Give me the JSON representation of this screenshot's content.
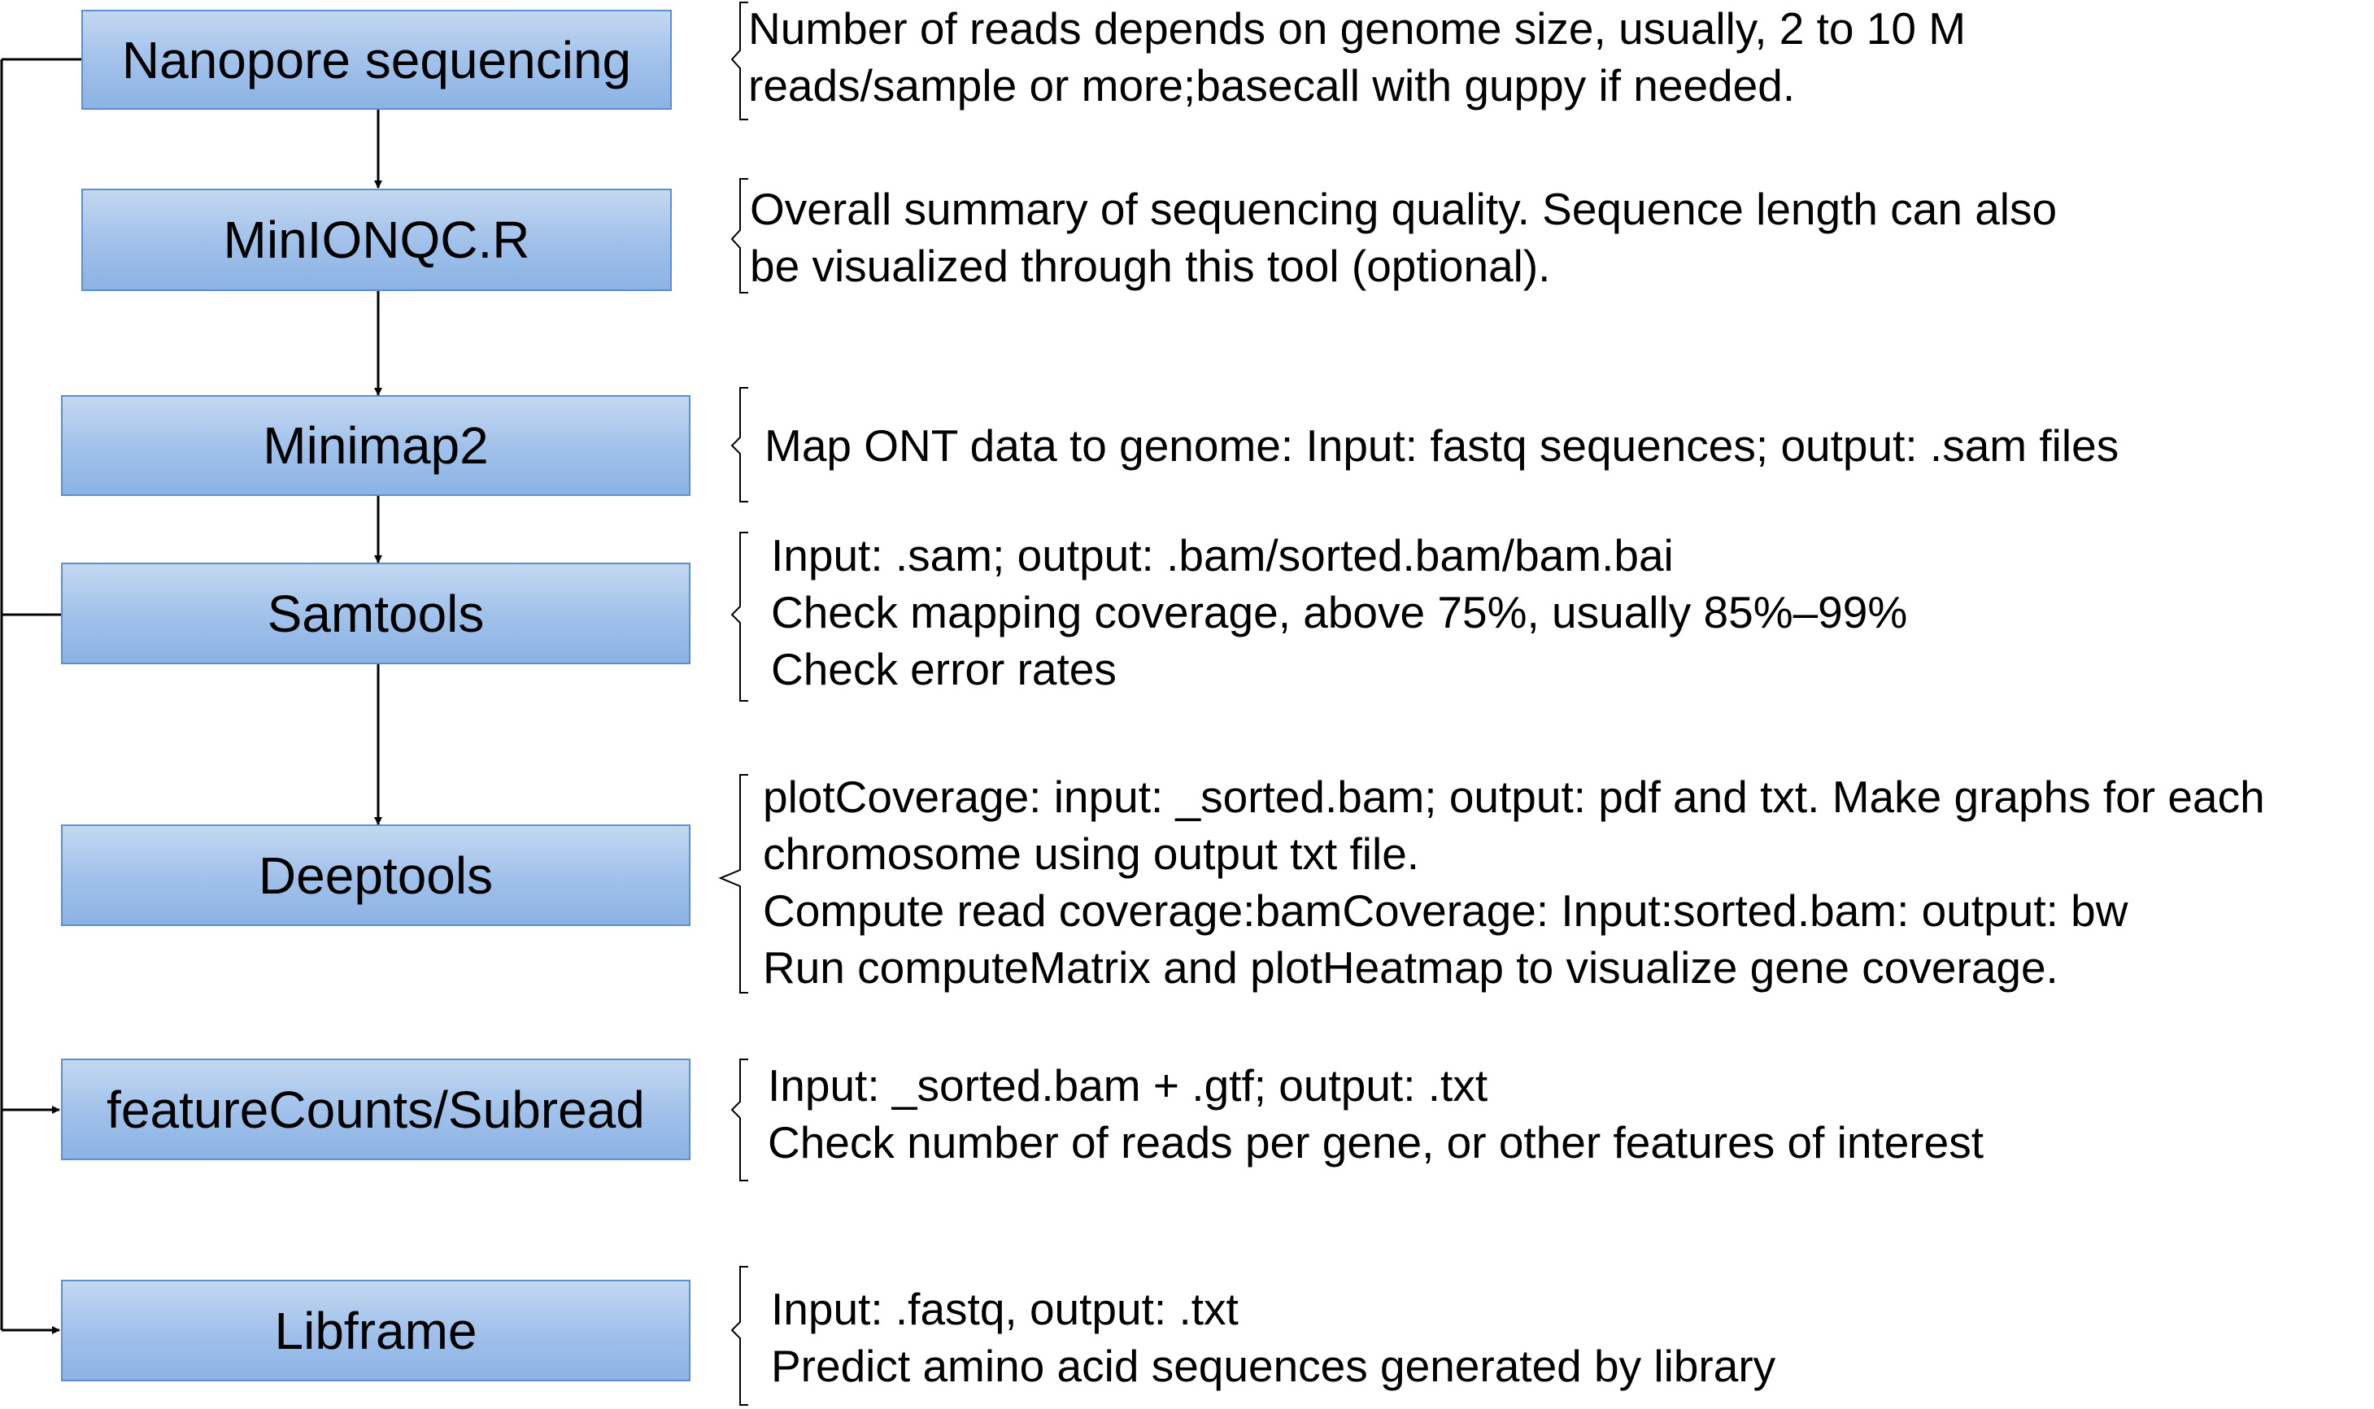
{
  "diagram": {
    "steps": [
      {
        "label": "Nanopore sequencing",
        "lines": [
          "Number of reads depends on genome size, usually, 2 to 10 M",
          "reads/sample or more;basecall with guppy if needed."
        ]
      },
      {
        "label": "MinIONQC.R",
        "lines": [
          "Overall summary of sequencing quality. Sequence length can also",
          "be visualized through this tool (optional)."
        ]
      },
      {
        "label": "Minimap2",
        "lines": [
          "Map ONT data to genome: Input: fastq sequences; output: .sam files"
        ]
      },
      {
        "label": "Samtools",
        "lines": [
          "Input: .sam; output: .bam/sorted.bam/bam.bai",
          "Check mapping coverage, above 75%, usually 85%–99%",
          "Check error rates"
        ]
      },
      {
        "label": "Deeptools",
        "lines": [
          "plotCoverage: input: _sorted.bam; output: pdf and txt. Make graphs for each",
          "chromosome using output txt file.",
          "Compute read coverage:bamCoverage: Input:sorted.bam: output: bw",
          "Run computeMatrix and plotHeatmap to visualize gene coverage."
        ]
      },
      {
        "label": "featureCounts/Subread",
        "lines": [
          "Input: _sorted.bam + .gtf; output: .txt",
          "Check number of reads per gene, or other features of interest"
        ]
      },
      {
        "label": "Libframe",
        "lines": [
          "Input: .fastq, output: .txt",
          "Predict amino acid sequences generated by library"
        ]
      }
    ]
  },
  "colors": {
    "box_fill_top": "#c3d8f1",
    "box_fill_bottom": "#8cb3e4",
    "box_border": "#5b8fd0",
    "line": "#000000"
  }
}
